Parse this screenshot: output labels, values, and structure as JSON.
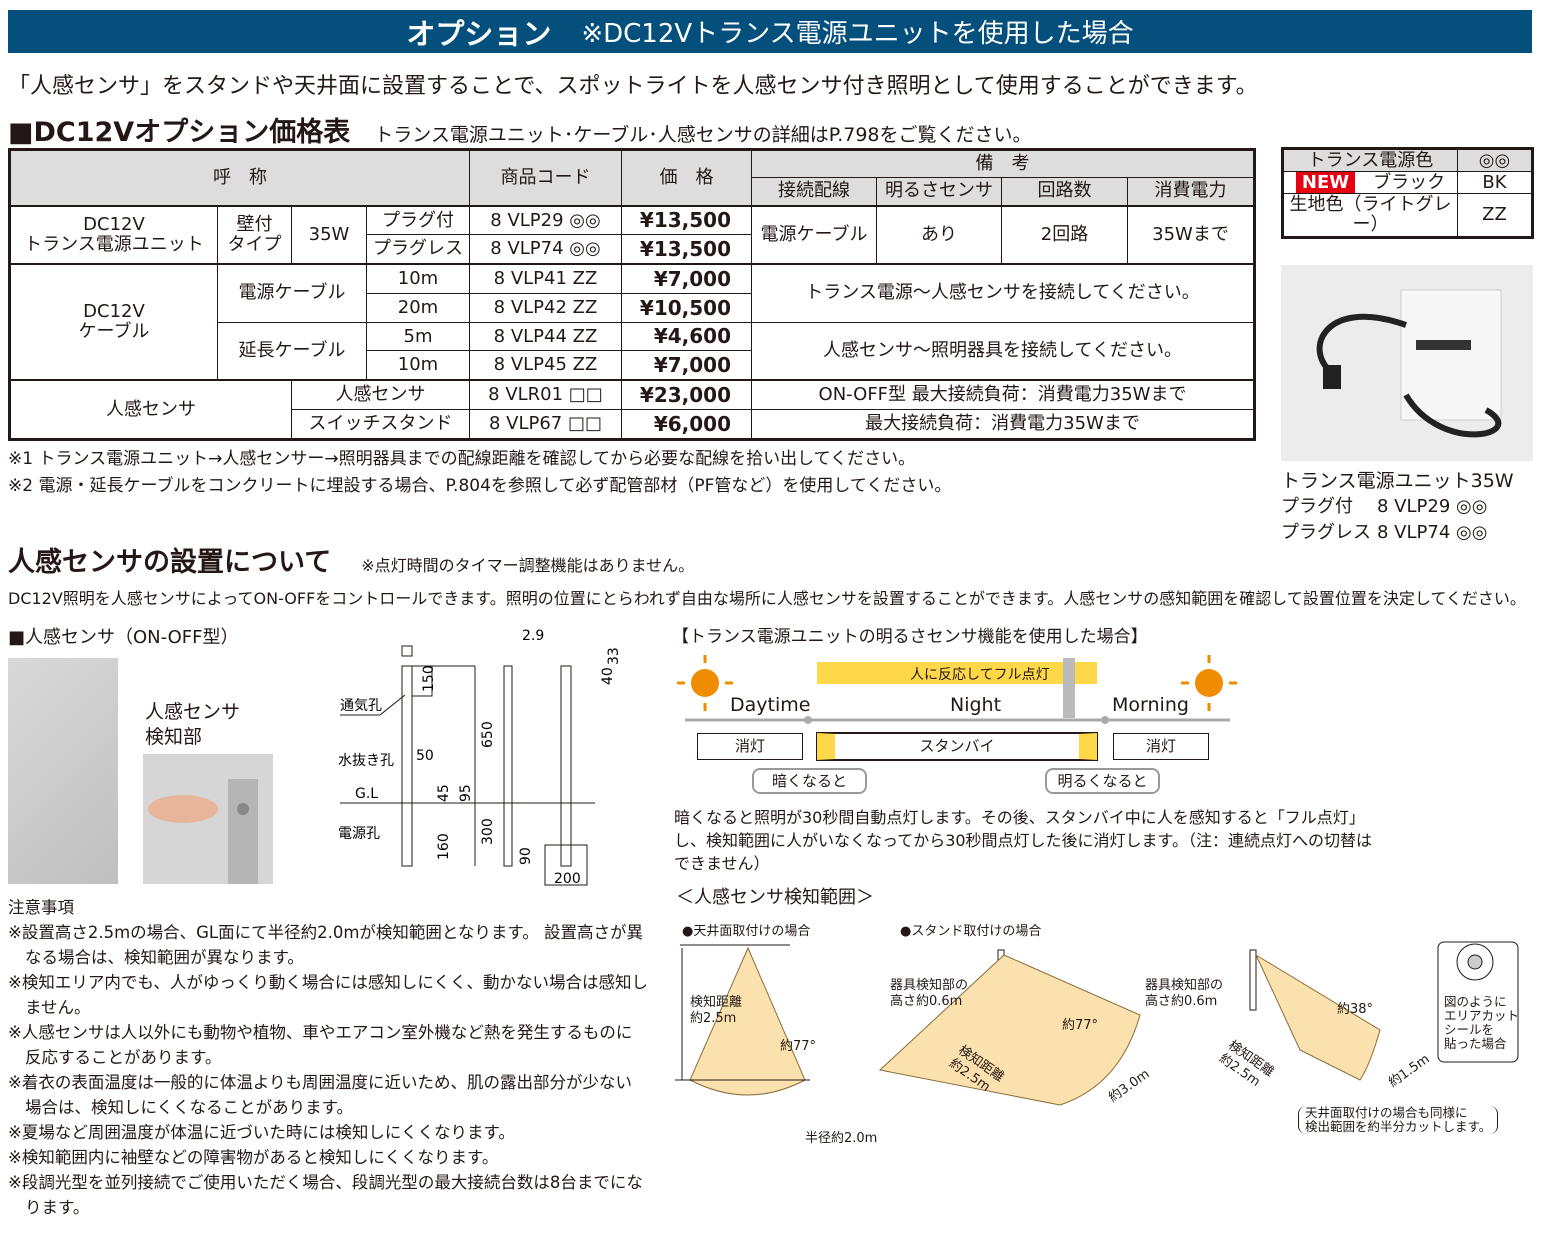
{
  "banner": {
    "title": "オプション",
    "subtitle": "※DC12Vトランス電源ユニットを使用した場合"
  },
  "lead": "「人感センサ」をスタンドや天井面に設置することで、スポットライトを人感センサ付き照明として使用することができます。",
  "price_section": {
    "title": "■DC12Vオプション価格表",
    "subtitle": "トランス電源ユニット･ケーブル･人感センサの詳細はP.798をご覧ください。"
  },
  "price_table": {
    "headers": {
      "name": "呼　称",
      "code": "商品コード",
      "price": "価　格",
      "remarks": "備　考",
      "wiring": "接続配線",
      "brightness_sensor": "明るさセンサ",
      "circuits": "回路数",
      "power": "消費電力"
    },
    "transformer": {
      "name": "DC12V\nトランス電源ユニット",
      "type": "壁付\nタイプ",
      "watt": "35W",
      "wiring": "電源ケーブル",
      "sensor": "あり",
      "circuits": "2回路",
      "power": "35Wまで",
      "rows": [
        {
          "variant": "プラグ付",
          "code": "8 VLP29 ◎◎",
          "price": "¥13,500"
        },
        {
          "variant": "プラグレス",
          "code": "8 VLP74 ◎◎",
          "price": "¥13,500"
        }
      ]
    },
    "cable": {
      "name": "DC12V\nケーブル",
      "groups": [
        {
          "name": "電源ケーブル",
          "note": "トランス電源～人感センサを接続してください。",
          "rows": [
            {
              "length": "10m",
              "code": "8 VLP41 ZZ",
              "price": "¥7,000"
            },
            {
              "length": "20m",
              "code": "8 VLP42 ZZ",
              "price": "¥10,500"
            }
          ]
        },
        {
          "name": "延長ケーブル",
          "note": "人感センサ～照明器具を接続してください。",
          "rows": [
            {
              "length": "5m",
              "code": "8 VLP44 ZZ",
              "price": "¥4,600"
            },
            {
              "length": "10m",
              "code": "8 VLP45 ZZ",
              "price": "¥7,000"
            }
          ]
        }
      ]
    },
    "sensor": {
      "name": "人感センサ",
      "rows": [
        {
          "item": "人感センサ",
          "code": "8 VLR01 □□",
          "price": "¥23,000",
          "note": "ON-OFF型 最大接続負荷：消費電力35Wまで"
        },
        {
          "item": "スイッチスタンド",
          "code": "8 VLP67 □□",
          "price": "¥6,000",
          "note": "最大接続負荷：消費電力35Wまで"
        }
      ]
    }
  },
  "footnotes": [
    "※1 トランス電源ユニット→人感センサー→照明器具までの配線距離を確認してから必要な配線を拾い出してください。",
    "※2 電源・延長ケーブルをコンクリートに埋設する場合、P.804を参照して必ず配管部材（PF管など）を使用してください。"
  ],
  "color_table": {
    "header": "トランス電源色",
    "header_code": "◎◎",
    "rows": [
      {
        "badge": "NEW",
        "name": "ブラック",
        "code": "BK"
      },
      {
        "badge": "",
        "name": "生地色（ライトグレー）",
        "code": "ZZ"
      }
    ]
  },
  "product_caption": {
    "title": "トランス電源ユニット35W",
    "rows": [
      {
        "label": "プラグ付",
        "code": "8 VLP29 ◎◎"
      },
      {
        "label": "プラグレス",
        "code": "8 VLP74 ◎◎"
      }
    ]
  },
  "install_section": {
    "title": "人感センサの設置について",
    "note": "※点灯時間のタイマー調整機能はありません。",
    "desc": "DC12V照明を人感センサによってON-OFFをコントロールできます。照明の位置にとらわれず自由な場所に人感センサを設置することができます。人感センサの感知範囲を確認して設置位置を決定してください。"
  },
  "sensor_product": {
    "title": "■人感センサ（ON-OFF型）",
    "callout": "人感センサ\n検知部"
  },
  "drawing": {
    "labels": [
      "通気孔",
      "水抜き孔",
      "G.L",
      "電源孔"
    ],
    "dims": [
      "150",
      "50",
      "45",
      "95",
      "650",
      "300",
      "160",
      "2.9",
      "90",
      "33",
      "40",
      "200"
    ]
  },
  "cautions": {
    "title": "注意事項",
    "items": [
      "※設置高さ2.5mの場合、GL面にて半径約2.0mが検知範囲となります。 設置高さが異なる場合は、検知範囲が異なります。",
      "※検知エリア内でも、人がゆっくり動く場合には感知しにくく、動かない場合は感知しません。",
      "※人感センサは人以外にも動物や植物、車やエアコン室外機など熱を発生するものに反応することがあります。",
      "※着衣の表面温度は一般的に体温よりも周囲温度に近いため、肌の露出部分が少ない場合は、検知しにくくなることがあります。",
      "※夏場など周囲温度が体温に近づいた時には検知しにくくなります。",
      "※検知範囲内に袖壁などの障害物があると検知しにくくなります。",
      "※段調光型を並列接続でご使用いただく場合、段調光型の最大接続台数は8台までになります。"
    ]
  },
  "timeline": {
    "title": "【トランス電源ユニットの明るさセンサ機能を使用した場合】",
    "full_on": "人に反応してフル点灯",
    "phases": [
      "Daytime",
      "Night",
      "Morning"
    ],
    "states": [
      "消灯",
      "スタンバイ",
      "消灯"
    ],
    "triggers": [
      "暗くなると",
      "明るくなると"
    ],
    "desc": "暗くなると照明が30秒間自動点灯します。その後、スタンバイ中に人を感知すると「フル点灯」し、検知範囲に人がいなくなってから30秒間点灯した後に消灯します。（注：連続点灯への切替はできません）",
    "colors": {
      "sun": "#f08c00",
      "highlight": "#ffd84a"
    }
  },
  "range": {
    "title": "＜人感センサ検知範囲＞",
    "ceiling": {
      "title": "●天井面取付けの場合",
      "distance": "検知距離\n約2.5m",
      "angle": "約77°",
      "radius": "半径約2.0m"
    },
    "stand": {
      "title": "●スタンド取付けの場合",
      "height": "器具検知部の\n高さ約0.6m",
      "angle": "約77°",
      "distance": "検知距離\n約2.5m",
      "width": "約3.0m"
    },
    "stand_cut": {
      "height": "器具検知部の\n高さ約0.6m",
      "angle": "約38°",
      "distance": "検知距離\n約2.5m",
      "width": "約1.5m",
      "callout": "図のように\nエリアカット\nシールを\n貼った場合",
      "note": "天井面取付けの場合も同様に\n検出範囲を約半分カットします。"
    }
  }
}
